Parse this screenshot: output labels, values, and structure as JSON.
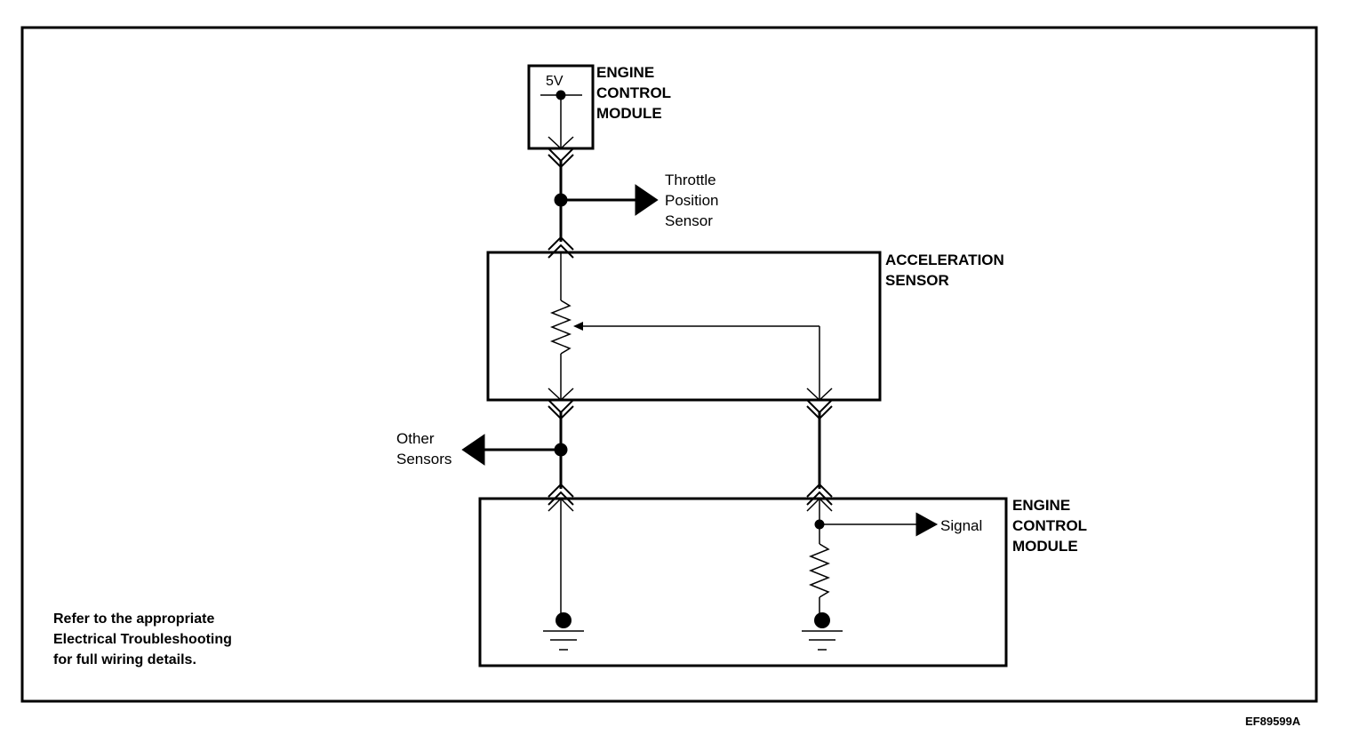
{
  "top_module": {
    "voltage": "5V",
    "title": "ENGINE\nCONTROL\nMODULE"
  },
  "throttle_position_sensor": "Throttle\nPosition\nSensor",
  "acceleration_sensor": "ACCELERATION\nSENSOR",
  "other_sensors": "Other\nSensors",
  "bottom_module": {
    "title": "ENGINE\nCONTROL\nMODULE",
    "signal": "Signal"
  },
  "note": "Refer to the appropriate\nElectrical Troubleshooting\nfor full wiring details.",
  "figure_id": "EF89599A"
}
